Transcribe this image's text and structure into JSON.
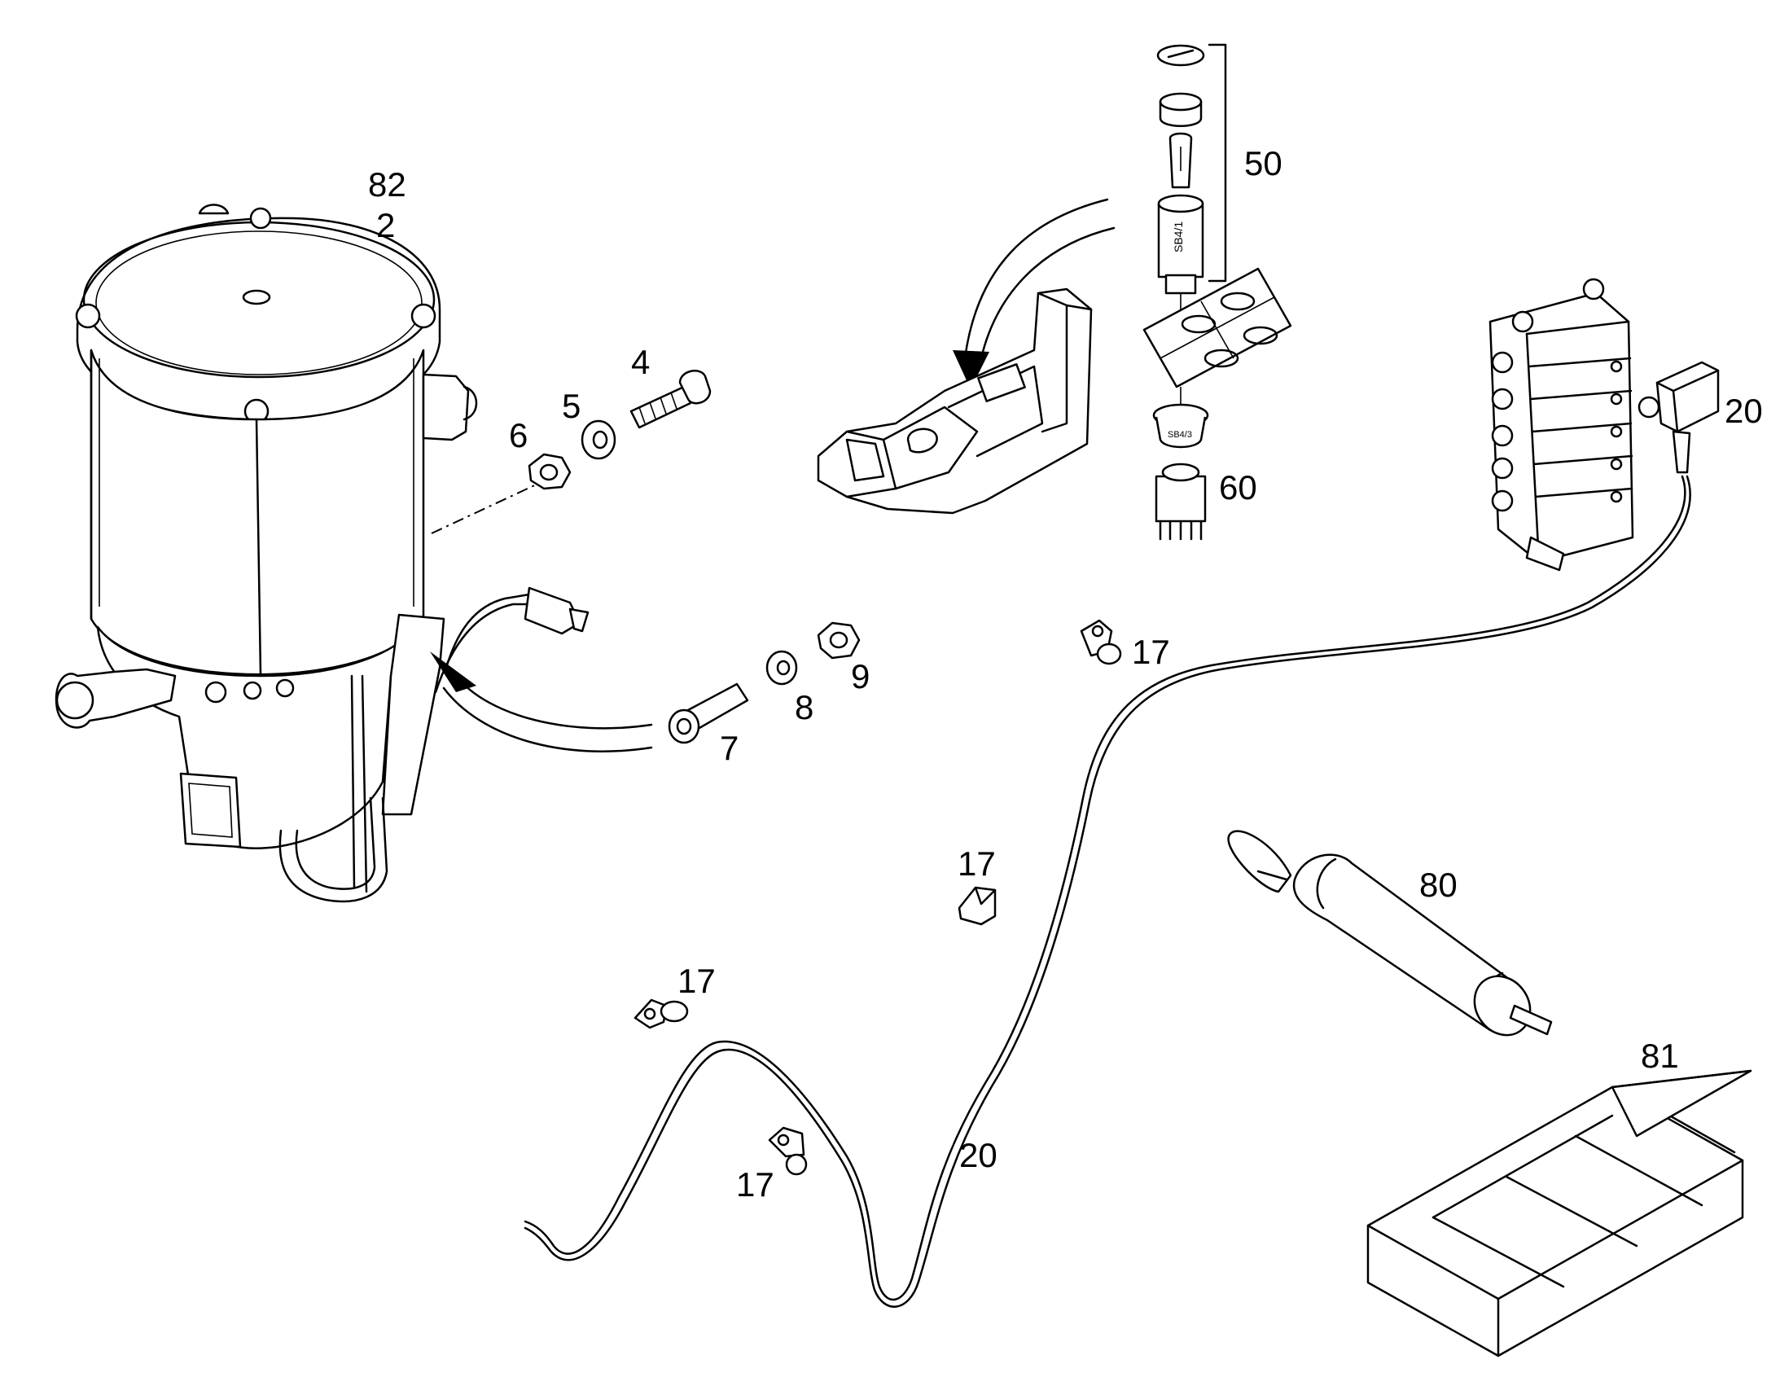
{
  "callouts": {
    "c82": "82",
    "c2": "2",
    "c4": "4",
    "c5": "5",
    "c6": "6",
    "c7": "7",
    "c8": "8",
    "c9": "9",
    "c17_a": "17",
    "c17_b": "17",
    "c17_c": "17",
    "c17_d": "17",
    "c20_a": "20",
    "c20_b": "20",
    "c50": "50",
    "c60": "60",
    "c80": "80",
    "c81": "81"
  },
  "part_labels": {
    "switch_body": "SB4/1",
    "switch_ring": "SB4/3"
  },
  "colors": {
    "line": "#000000",
    "background": "#ffffff"
  }
}
